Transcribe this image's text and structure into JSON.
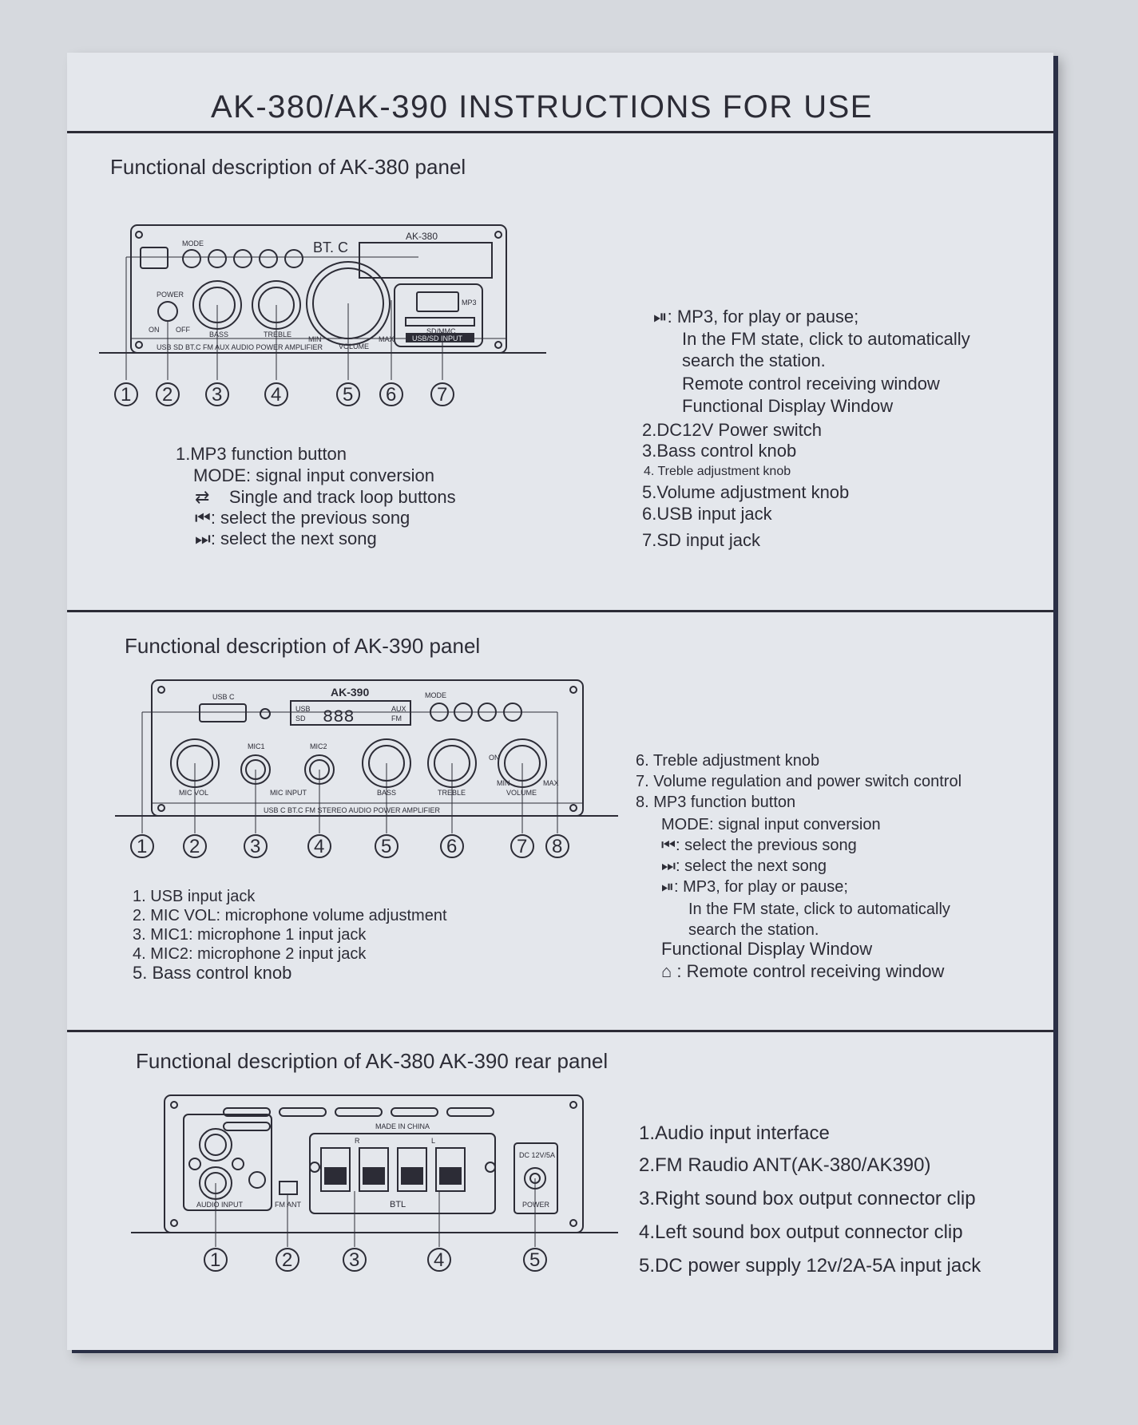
{
  "title": "AK-380/AK-390 INSTRUCTIONS FOR USE",
  "ak380": {
    "heading": "Functional description of AK-380 panel",
    "panel_labels": {
      "bt": "BT. C",
      "model": "AK-380",
      "mode": "MODE",
      "power": "POWER",
      "bass": "BASS",
      "treble": "TREBLE",
      "volume": "VOLUME",
      "min": "MIN",
      "max": "MAX",
      "mp3": "MP3",
      "sdmmc": "SD/MMC",
      "usbsd": "USB/SD INPUT",
      "strip": "USB SD BT.C FM AUX AUDIO POWER AMPLIFIER",
      "on": "ON",
      "off": "OFF"
    },
    "numbers": [
      "1",
      "2",
      "3",
      "4",
      "5",
      "6",
      "7"
    ],
    "left_lines": [
      "1.MP3 function button",
      "MODE: signal input conversion",
      "Single and track loop buttons",
      ": select the previous song",
      ":  select the next song"
    ],
    "right_lines": [
      ": MP3, for play or pause;",
      "In the FM state, click to automatically",
      "search the station.",
      "Remote control receiving window",
      "Functional Display Window",
      "2.DC12V Power switch",
      "3.Bass control knob",
      "4. Treble adjustment knob",
      "5.Volume adjustment knob",
      "6.USB input jack",
      "7.SD input jack"
    ]
  },
  "ak390": {
    "heading": "Functional description of  AK-390 panel",
    "panel_labels": {
      "model": "AK-390",
      "usbc": "USB C",
      "mode": "MODE",
      "mic1": "MIC1",
      "mic2": "MIC2",
      "micvol": "MIC VOL",
      "micinput": "MIC INPUT",
      "bass": "BASS",
      "treble": "TREBLE",
      "volume": "VOLUME",
      "min": "MIN",
      "max": "MAX",
      "on": "ON",
      "display": "888",
      "usb": "USB",
      "sd": "SD",
      "aux": "AUX",
      "fm": "FM",
      "strip": "USB C BT.C FM STEREO AUDIO POWER AMPLIFIER"
    },
    "numbers": [
      "1",
      "2",
      "3",
      "4",
      "5",
      "6",
      "7",
      "8"
    ],
    "left_lines": [
      "1. USB input jack",
      "2. MIC VOL: microphone volume adjustment",
      "3. MIC1: microphone 1 input jack",
      "4. MIC2: microphone 2 input jack",
      "5. Bass control knob"
    ],
    "right_lines": [
      "6. Treble adjustment knob",
      "7. Volume regulation and power switch control",
      "8. MP3 function button",
      "MODE: signal input conversion",
      ":  select the previous song",
      ":  select the next song",
      ": MP3, for play or pause;",
      "In the FM state, click to automatically",
      "search the station.",
      "Functional Display Window",
      ": Remote control receiving window"
    ]
  },
  "rear": {
    "heading": "Functional description of  AK-380 AK-390 rear panel",
    "panel_labels": {
      "made": "MADE IN CHINA",
      "audio": "AUDIO INPUT",
      "fmant": "FM ANT",
      "btl": "BTL",
      "power": "POWER",
      "dc": "DC 12V/5A",
      "l": "L",
      "r": "R"
    },
    "numbers": [
      "1",
      "2",
      "3",
      "4",
      "5"
    ],
    "lines": [
      "1.Audio input interface",
      "2.FM Raudio ANT(AK-380/AK390)",
      "3.Right sound box output connector clip",
      "4.Left sound box output connector clip",
      "5.DC power supply 12v/2A-5A input jack"
    ]
  }
}
